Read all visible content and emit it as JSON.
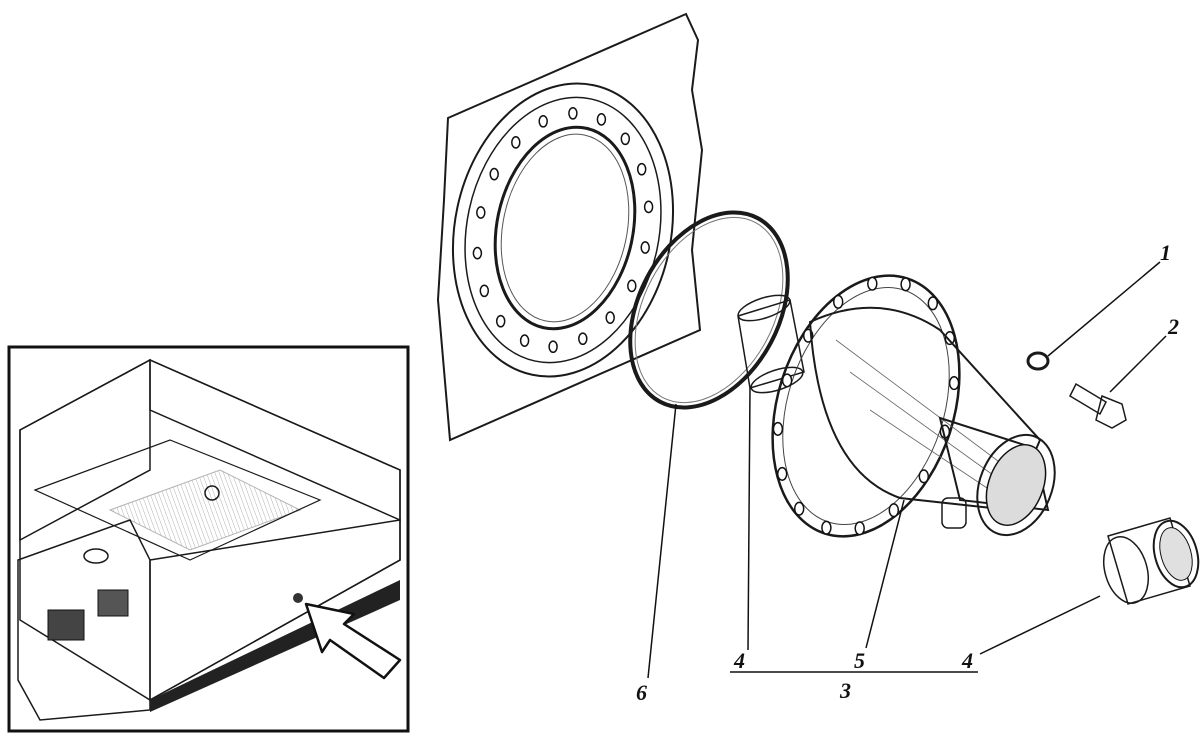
{
  "callouts": {
    "c1": "1",
    "c2": "2",
    "c3": "3",
    "c4_left": "4",
    "c4_right": "4",
    "c5": "5",
    "c6": "6"
  },
  "colors": {
    "ink": "#1a1a1a",
    "paper": "#ffffff"
  }
}
